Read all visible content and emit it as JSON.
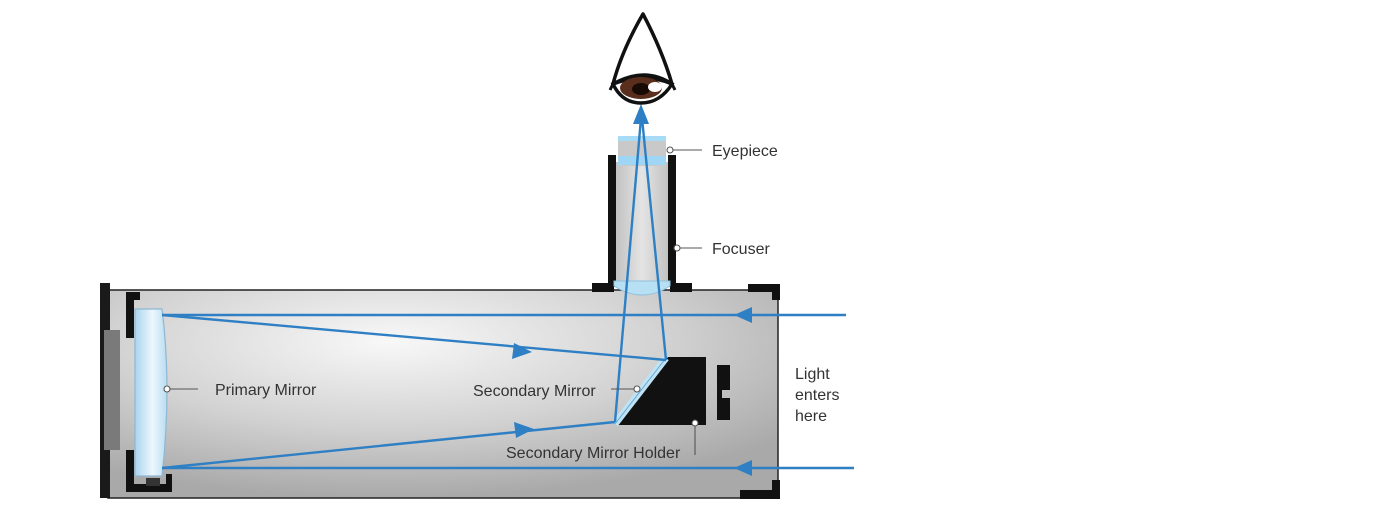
{
  "labels": {
    "eyepiece": "Eyepiece",
    "focuser": "Focuser",
    "primary_mirror": "Primary Mirror",
    "secondary_mirror": "Secondary Mirror",
    "secondary_mirror_holder": "Secondary Mirror Holder",
    "light_enters": [
      "Light",
      "enters",
      "here"
    ]
  },
  "colors": {
    "light_ray": "#2e7fc4",
    "mirror_glass": "#cfe8f6",
    "tube_body": "#d4d4d4",
    "structure": "#111111",
    "label_text": "#333333"
  },
  "icons": {
    "observer": "eye-icon"
  }
}
